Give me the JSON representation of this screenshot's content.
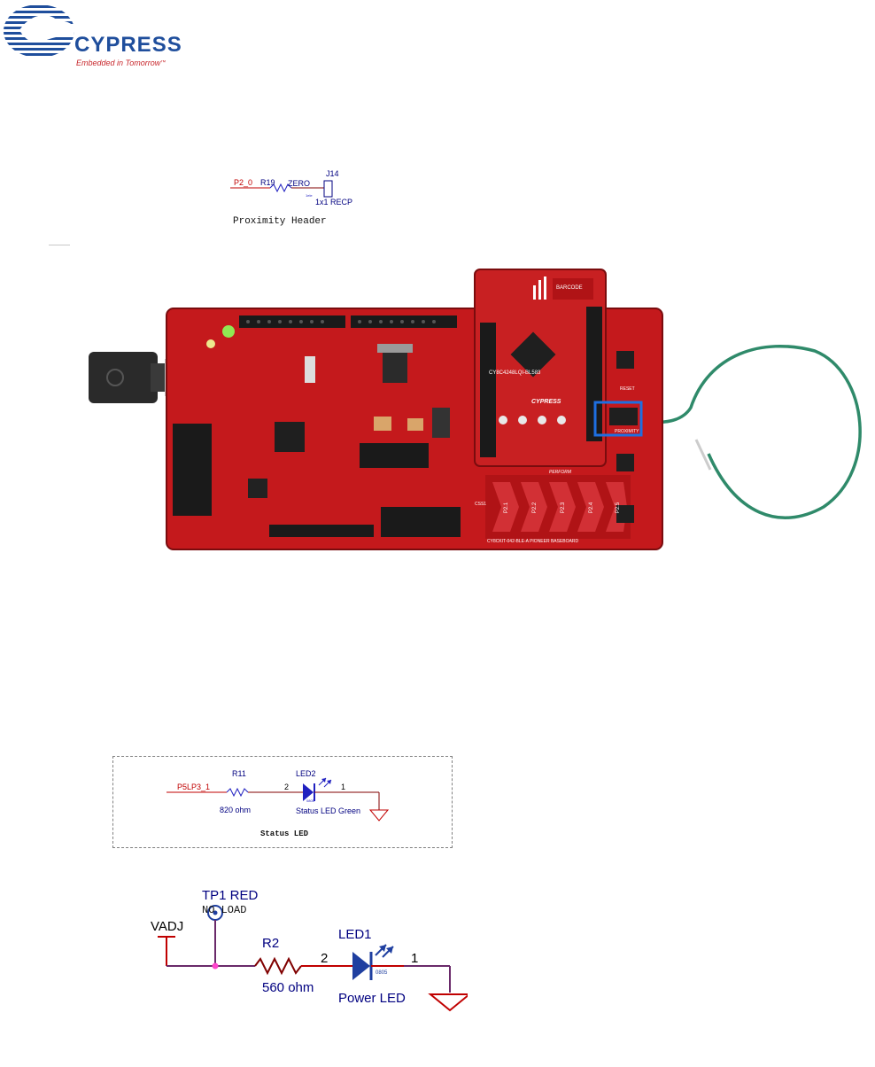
{
  "logo": {
    "wordmark": "CYPRESS",
    "tagline": "Embedded in Tomorrow",
    "trademark": "™"
  },
  "proximity_schematic": {
    "net_label": "P2_0",
    "resistor_ref": "R19",
    "resistor_value": "ZERO",
    "connector_ref": "J14",
    "connector_value": "1x1 RECP",
    "caption": "Proximity Header"
  },
  "board_photo": {
    "silkscreen": [
      "CY8C4248LQI-BL583",
      "BARCODE",
      "PERFORM",
      "CYPRESS",
      "CY8CKIT-042-BLE-A PIONEER BASEBOARD",
      "PROXIMITY",
      "RESET",
      "CSS1"
    ],
    "csx_pads": [
      "P2.1",
      "P2.2",
      "P2.3",
      "P2.4",
      "P2.5"
    ],
    "highlight_color": "#1e6fe0",
    "board_color": "#c4191c",
    "wire_color": "#2f8a6a"
  },
  "status_led_schematic": {
    "net_label": "P5LP3_1",
    "resistor_ref": "R11",
    "resistor_value": "820 ohm",
    "led_ref": "LED2",
    "led_value": "Status LED Green",
    "pin_left": "2",
    "pin_right": "1",
    "package": "0805",
    "caption": "Status LED"
  },
  "power_led_schematic": {
    "testpoint_ref": "TP1 RED",
    "testpoint_note": "NO LOAD",
    "rail": "VADJ",
    "resistor_ref": "R2",
    "resistor_value": "560 ohm",
    "led_ref": "LED1",
    "led_value": "Power LED",
    "pin_left": "2",
    "pin_right": "1",
    "package": "0805"
  }
}
